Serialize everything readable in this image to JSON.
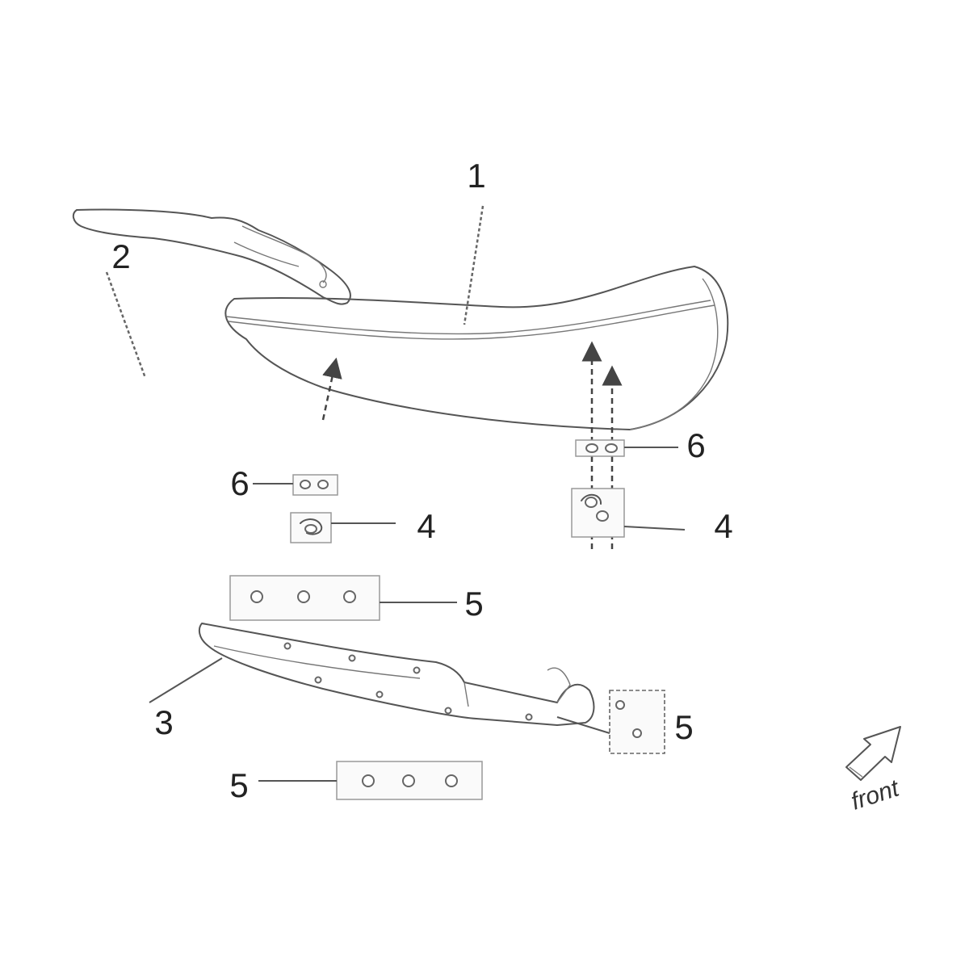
{
  "callouts": {
    "seat": "1",
    "seat_bracket": "2",
    "seat_frame": "3",
    "clip_left": "4",
    "clip_right": "4",
    "plate_top": "5",
    "plate_right": "5",
    "plate_bottom": "5",
    "washer_left": "6",
    "washer_right": "6"
  },
  "direction": {
    "label": "front",
    "icon": "arrow-icon"
  }
}
